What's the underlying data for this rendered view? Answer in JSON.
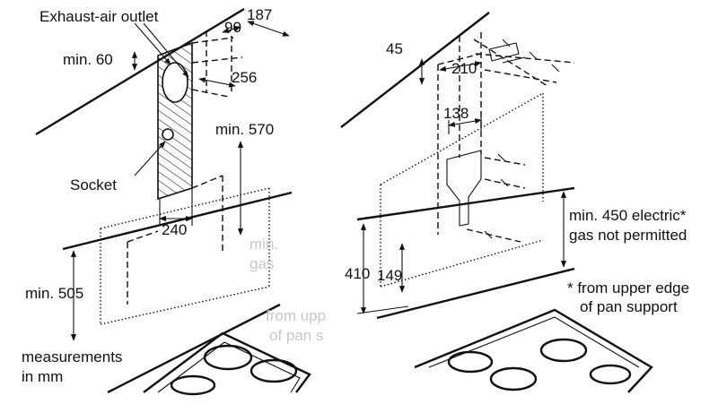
{
  "left": {
    "exhaust": "Exhaust-air outlet",
    "d90": "90",
    "d187": "187",
    "min60": "min. 60",
    "d256": "256",
    "min570": "min. 570",
    "socket": "Socket",
    "d240": "240",
    "min505": "min. 505",
    "measurements_line1": "measurements",
    "measurements_line2": "in mm",
    "ghost1": "min.",
    "ghost2": "gas",
    "ghost3": "from upp",
    "ghost4": "of pan s"
  },
  "right": {
    "d45": "45",
    "d210": "210",
    "d138": "138",
    "min450": "min. 450 electric*",
    "gas": "gas not permitted",
    "d410": "410",
    "d149": "149",
    "note1": "* from upper edge",
    "note2": "of pan support"
  },
  "colors": {
    "line": "#111111",
    "background": "#ffffff",
    "ghost_text": "#c8c8c8"
  }
}
